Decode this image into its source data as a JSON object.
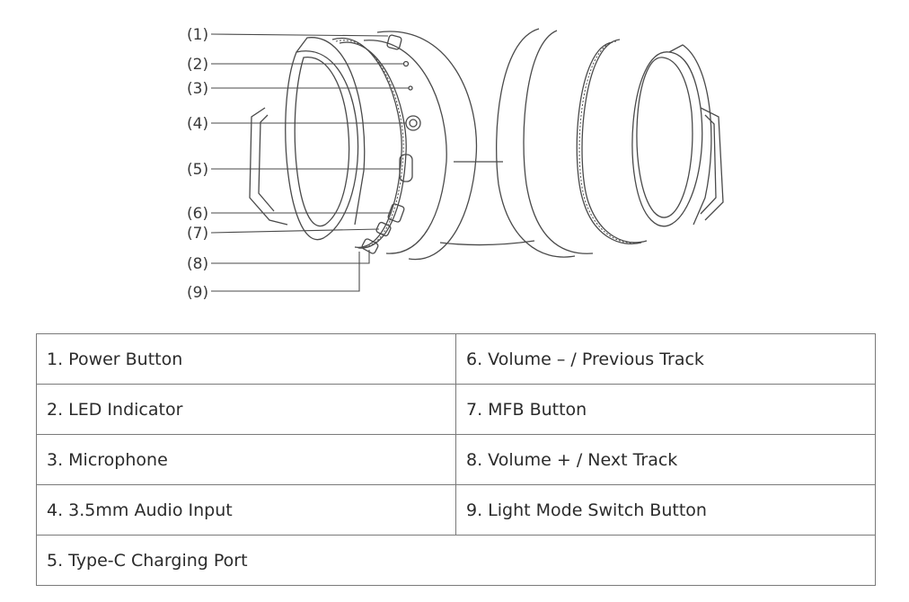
{
  "callouts": [
    "(1)",
    "(2)",
    "(3)",
    "(4)",
    "(5)",
    "(6)",
    "(7)",
    "(8)",
    "(9)"
  ],
  "legend": {
    "rows": [
      [
        "1. Power Button",
        "6. Volume – / Previous Track"
      ],
      [
        "2. LED Indicator",
        "7. MFB Button"
      ],
      [
        "3. Microphone",
        "8. Volume + / Next Track"
      ],
      [
        "4. 3.5mm Audio Input",
        "9. Light Mode Switch Button"
      ],
      [
        "5. Type-C Charging Port"
      ]
    ]
  }
}
